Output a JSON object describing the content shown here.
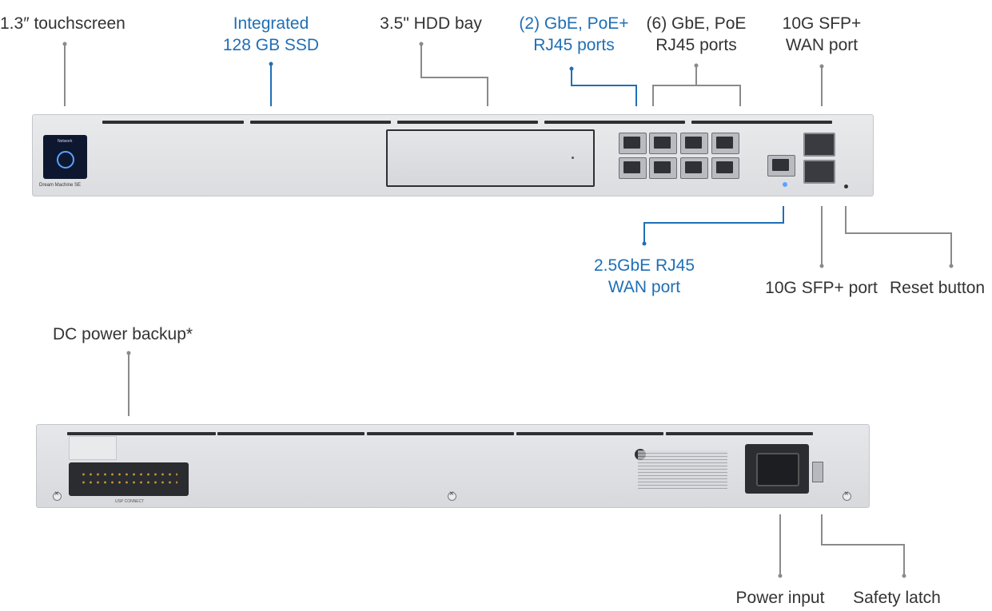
{
  "front_panel": {
    "labels": {
      "touchscreen": "1.3″ touchscreen",
      "ssd_line1": "Integrated",
      "ssd_line2": "128 GB SSD",
      "hdd": "3.5\" HDD bay",
      "poe_plus_line1": "(2) GbE, PoE+",
      "poe_plus_line2": "RJ45 ports",
      "poe_line1": "(6) GbE, PoE",
      "poe_line2": "RJ45 ports",
      "sfp_wan_line1": "10G SFP+",
      "sfp_wan_line2": "WAN port",
      "wan25_line1": "2.5GbE RJ45",
      "wan25_line2": "WAN port",
      "sfp_port": "10G SFP+ port",
      "reset": "Reset button"
    },
    "device_text": "Dream Machine SE",
    "screen_text": "Network"
  },
  "rear_panel": {
    "labels": {
      "dc_backup": "DC power backup*",
      "power_input": "Power input",
      "safety_latch": "Safety latch"
    },
    "dc_connector_text": "USP CONNECT"
  },
  "colors": {
    "accent_blue": "#1f6fb5",
    "text_gray": "#333333",
    "leader_gray": "#8a8a8a"
  }
}
